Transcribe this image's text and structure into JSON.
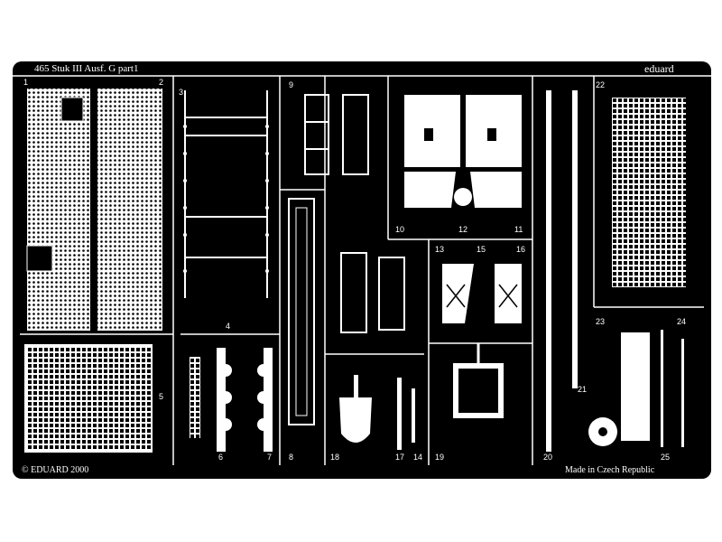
{
  "fret": {
    "title": "465 Stuk III Ausf. G  part1",
    "brand": "eduard",
    "copyright": "© EDUARD 2000",
    "made_in": "Made in Czech Republic",
    "colors": {
      "background": "#ffffff",
      "fret": "#000000",
      "metal": "#ffffff"
    }
  },
  "part_numbers": [
    "1",
    "2",
    "3",
    "4",
    "5",
    "6",
    "7",
    "8",
    "9",
    "10",
    "11",
    "12",
    "13",
    "14",
    "15",
    "16",
    "17",
    "18",
    "19",
    "20",
    "21",
    "22",
    "23",
    "24",
    "25"
  ]
}
